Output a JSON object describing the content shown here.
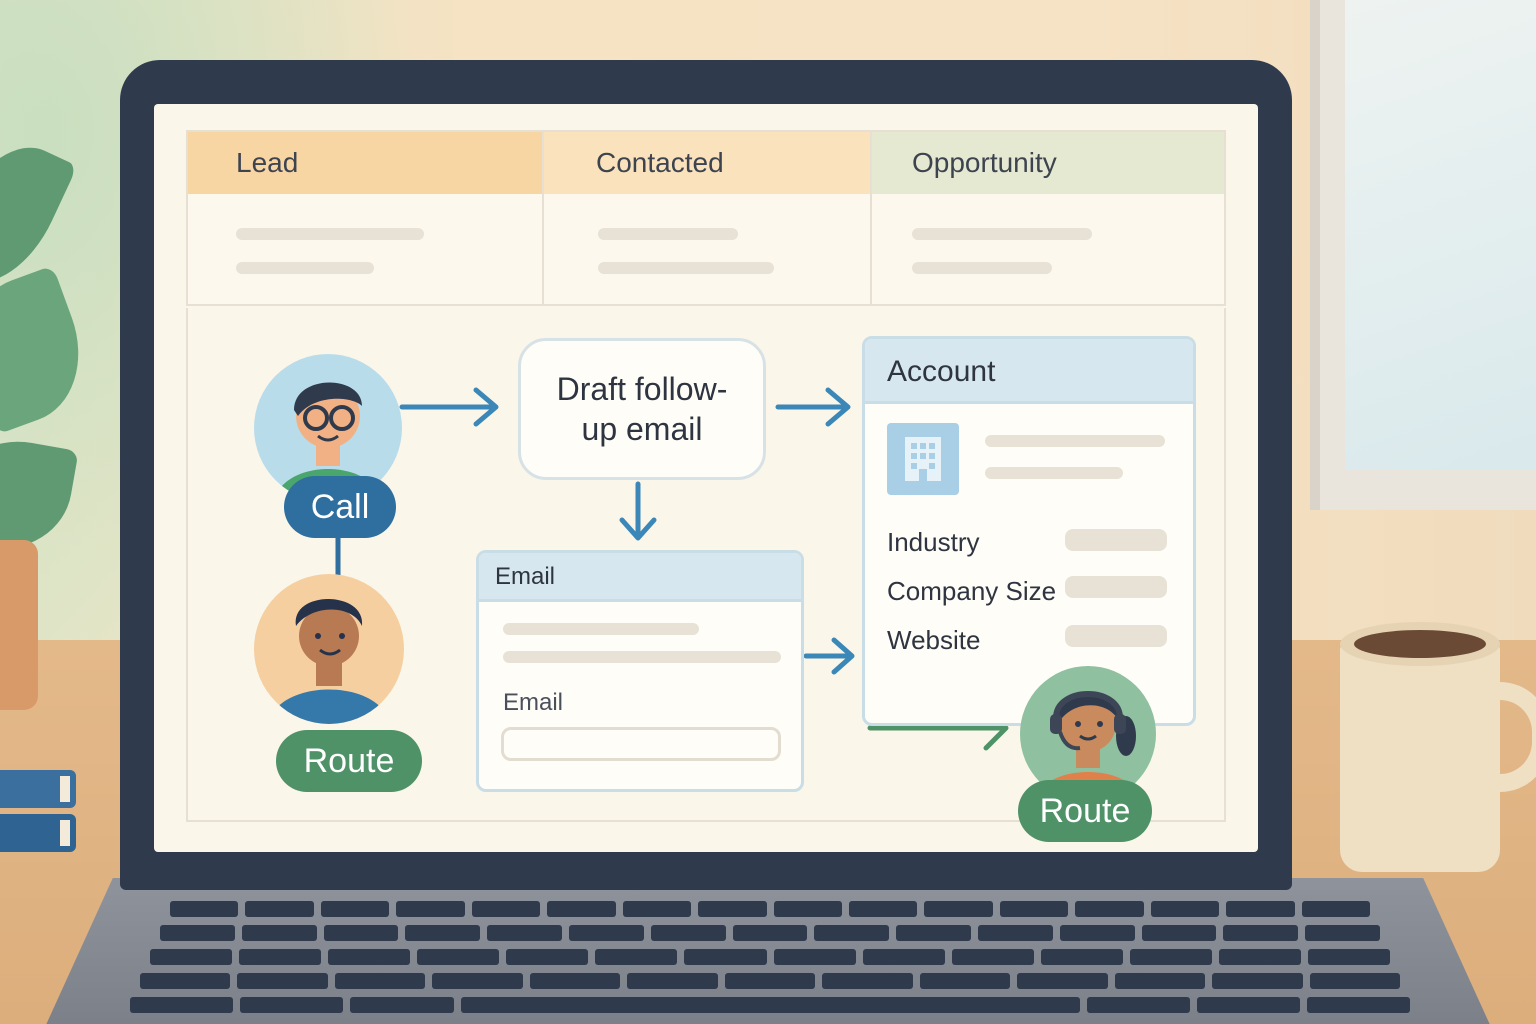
{
  "pipeline": {
    "stages": [
      {
        "label": "Lead",
        "color": "#f8d6a4"
      },
      {
        "label": "Contacted",
        "color": "#f9e2bc"
      },
      {
        "label": "Opportunity",
        "color": "#e6e9d2"
      }
    ]
  },
  "workflow": {
    "call_badge": "Call",
    "route_badge_left": "Route",
    "route_badge_right": "Route",
    "draft_task": "Draft follow-up email",
    "email_panel": {
      "header": "Email",
      "field_label": "Email",
      "field_value": ""
    },
    "account_panel": {
      "header": "Account",
      "fields": [
        {
          "label": "Industry"
        },
        {
          "label": "Company Size"
        },
        {
          "label": "Website"
        }
      ]
    }
  },
  "colors": {
    "accent_blue": "#2e6f9f",
    "accent_green": "#4f9268",
    "arrow_blue": "#3b87b8",
    "arrow_green": "#4f9268",
    "screen_bg": "#fbf6ea"
  },
  "icons": [
    "person-glasses-avatar",
    "person-avatar",
    "support-agent-avatar",
    "building-icon",
    "arrow-right-icon",
    "arrow-down-icon"
  ]
}
